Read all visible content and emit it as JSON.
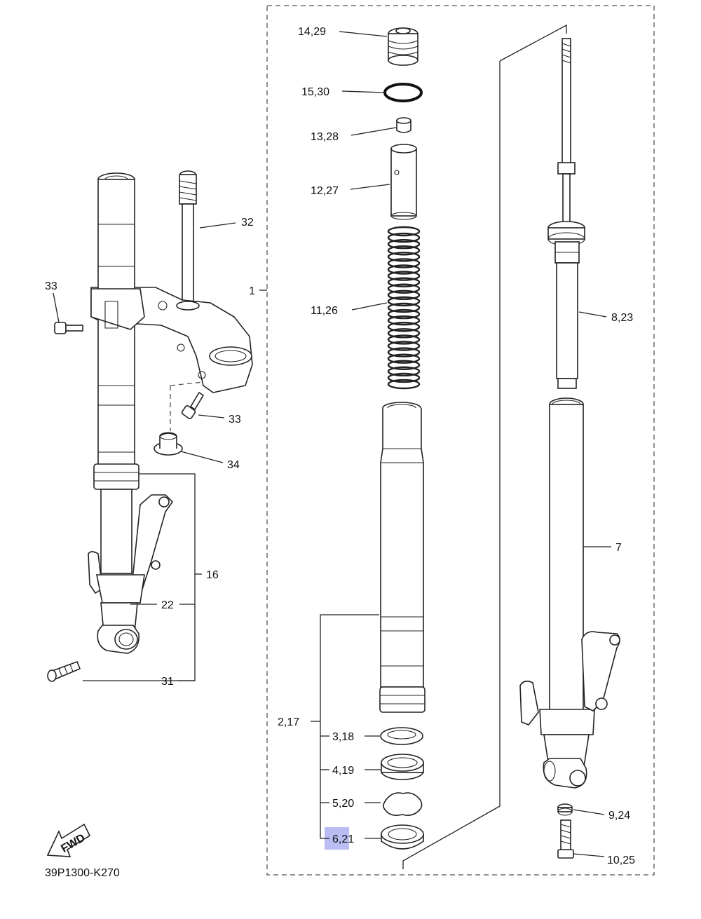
{
  "diagram_code": "39P1300-K270",
  "direction_marker": "FWD",
  "highlight_color": "#b9bdf2",
  "callouts": {
    "c1": "1",
    "c14_29": "14,29",
    "c15_30": "15,30",
    "c13_28": "13,28",
    "c12_27": "12,27",
    "c11_26": "11,26",
    "c8_23": "8,23",
    "c7": "7",
    "c2_17": "2,17",
    "c3_18": "3,18",
    "c4_19": "4,19",
    "c5_20": "5,20",
    "c6_21": "6,21",
    "c9_24": "9,24",
    "c10_25": "10,25",
    "c32": "32",
    "c33_top": "33",
    "c33_mid": "33",
    "c34": "34",
    "c16": "16",
    "c22": "22",
    "c31": "31"
  }
}
